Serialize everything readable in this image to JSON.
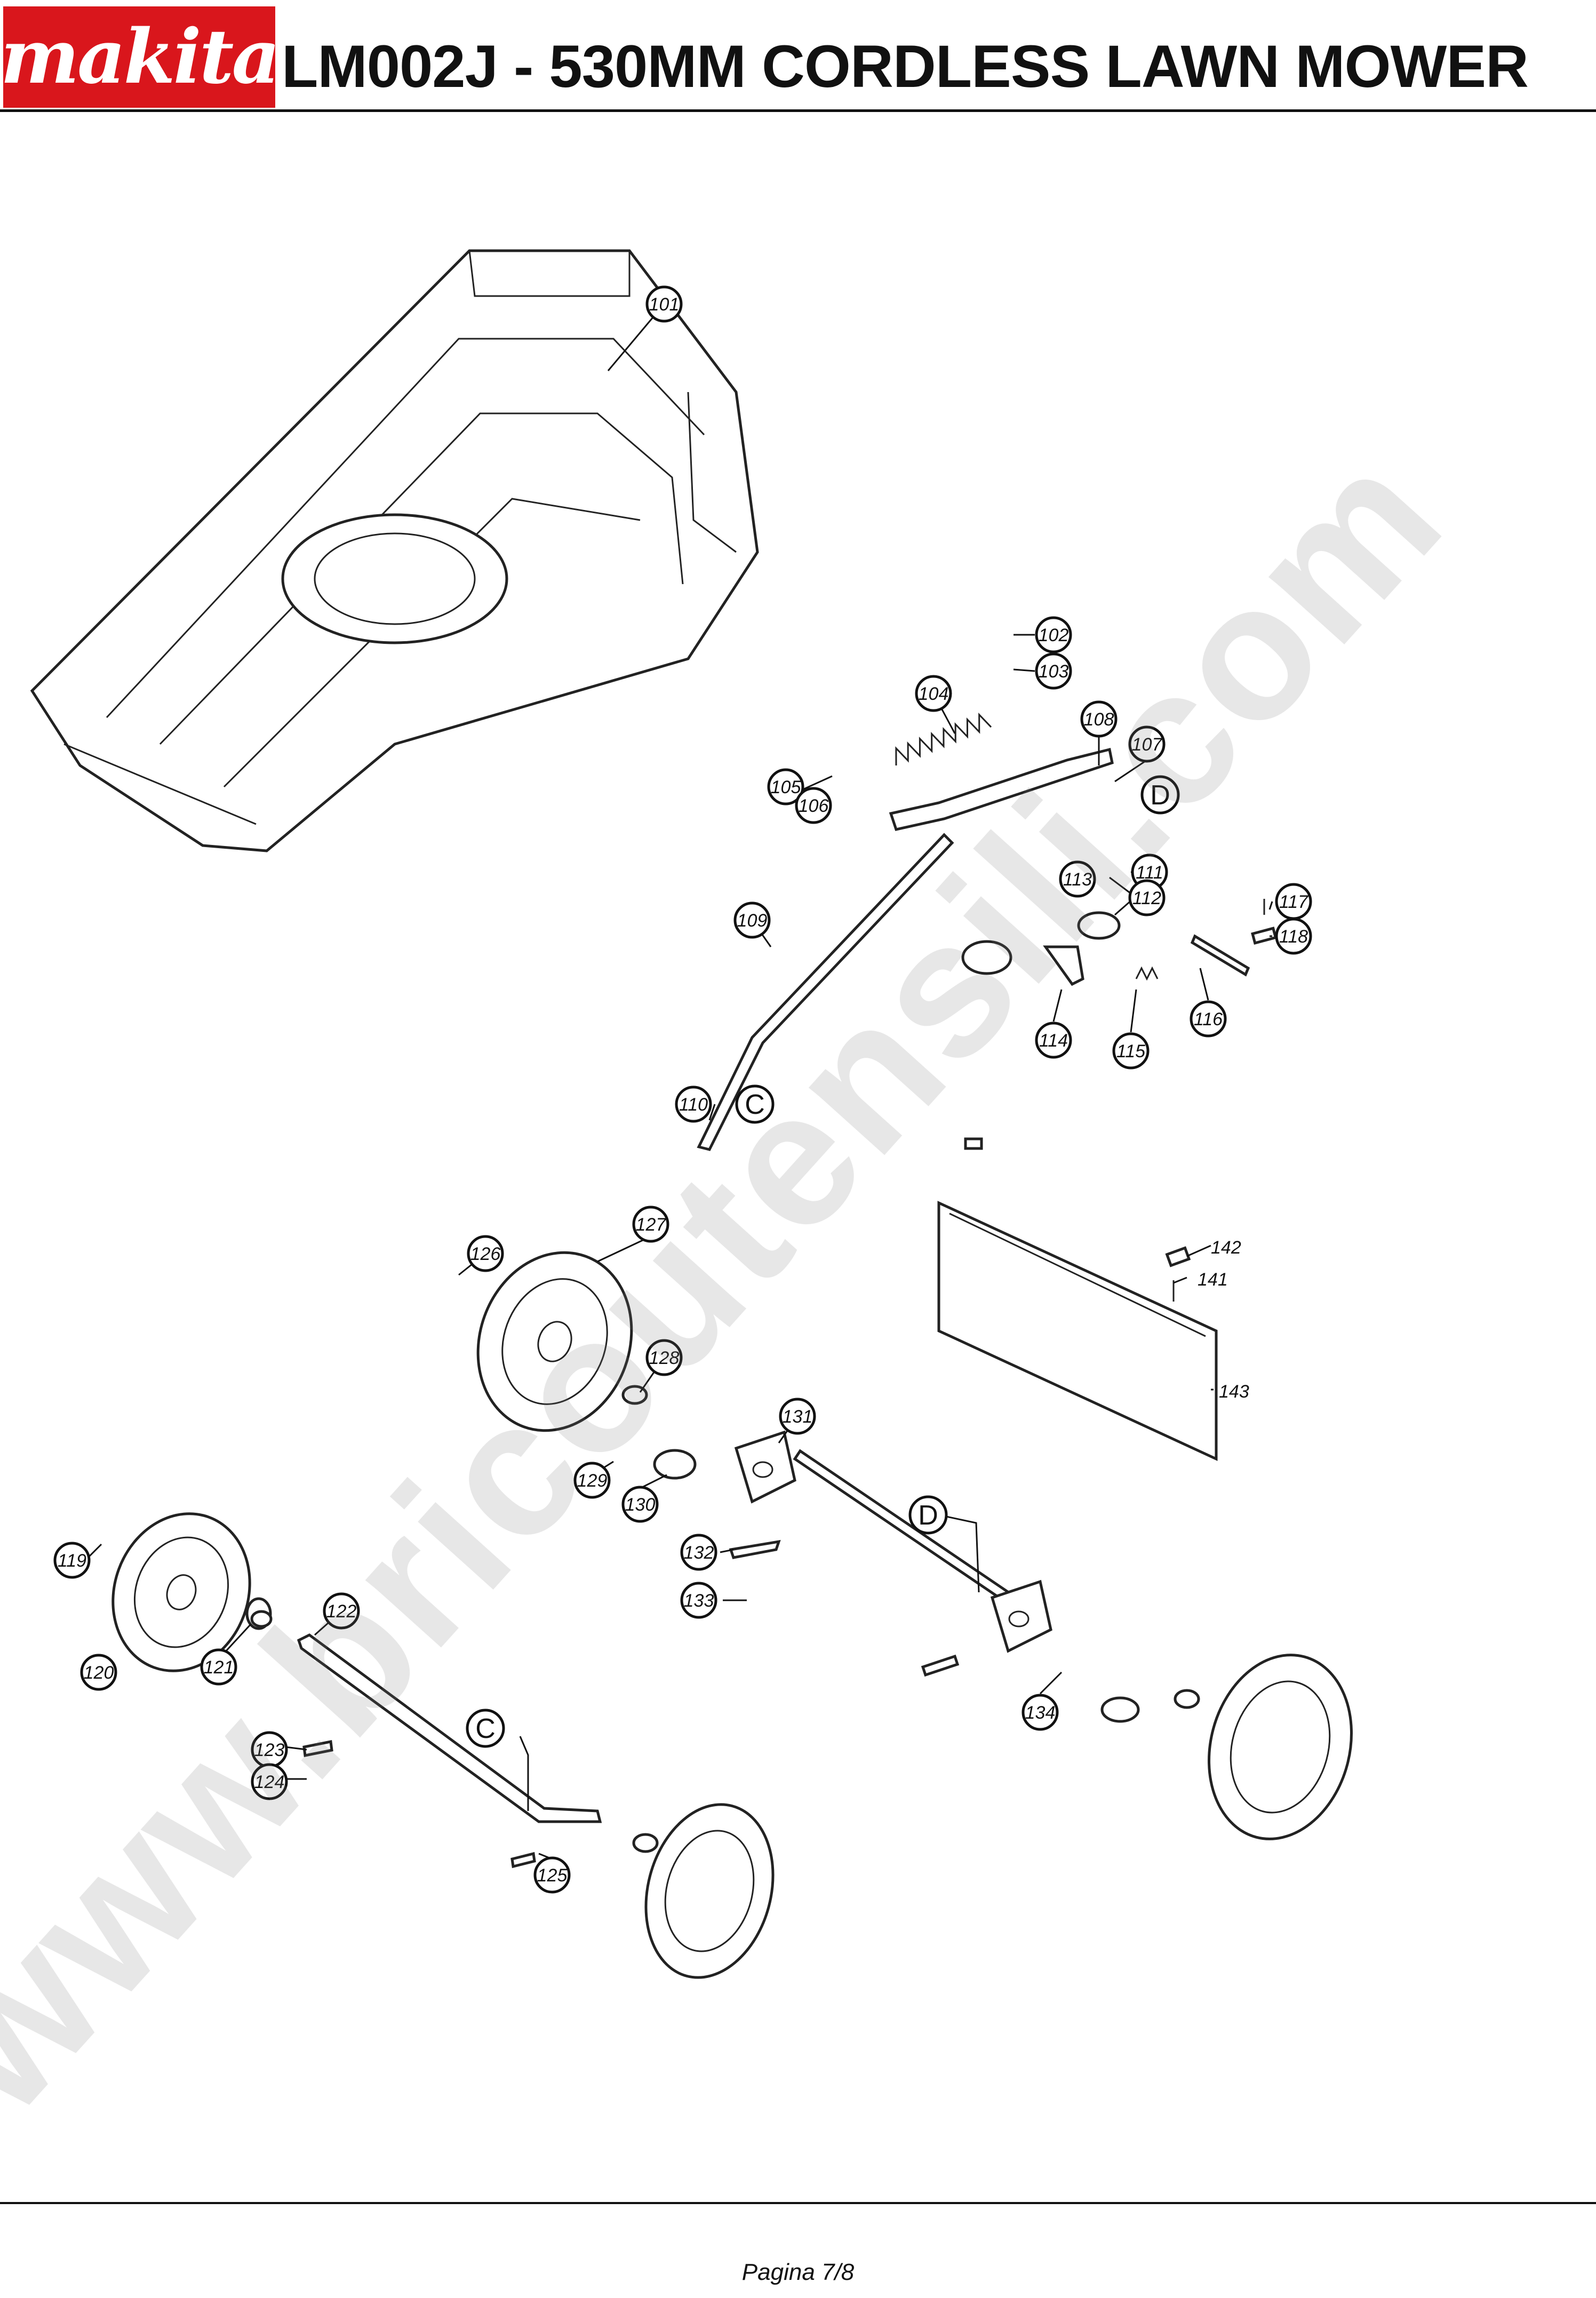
{
  "header": {
    "brand": "makita",
    "title": "LM002J - 530MM CORDLESS LAWN MOWER"
  },
  "colors": {
    "brand_red": "#d9161c",
    "ink": "#111111"
  },
  "callouts": [
    {
      "id": "101"
    },
    {
      "id": "102"
    },
    {
      "id": "103"
    },
    {
      "id": "104"
    },
    {
      "id": "105"
    },
    {
      "id": "106"
    },
    {
      "id": "107"
    },
    {
      "id": "108"
    },
    {
      "id": "109"
    },
    {
      "id": "110"
    },
    {
      "id": "111"
    },
    {
      "id": "112"
    },
    {
      "id": "113"
    },
    {
      "id": "114"
    },
    {
      "id": "115"
    },
    {
      "id": "116"
    },
    {
      "id": "117"
    },
    {
      "id": "118"
    },
    {
      "id": "119"
    },
    {
      "id": "120"
    },
    {
      "id": "121"
    },
    {
      "id": "122"
    },
    {
      "id": "123"
    },
    {
      "id": "124"
    },
    {
      "id": "125"
    },
    {
      "id": "126"
    },
    {
      "id": "127"
    },
    {
      "id": "128"
    },
    {
      "id": "129"
    },
    {
      "id": "130"
    },
    {
      "id": "131"
    },
    {
      "id": "132"
    },
    {
      "id": "133"
    },
    {
      "id": "134"
    }
  ],
  "plain_labels": [
    {
      "id": "141"
    },
    {
      "id": "142"
    },
    {
      "id": "143"
    }
  ],
  "reference_letters": [
    {
      "id": "C"
    },
    {
      "id": "C"
    },
    {
      "id": "D"
    },
    {
      "id": "D"
    }
  ],
  "watermark": "www.bricoutensili.com",
  "footer": {
    "page": "Pagina 7/8"
  }
}
